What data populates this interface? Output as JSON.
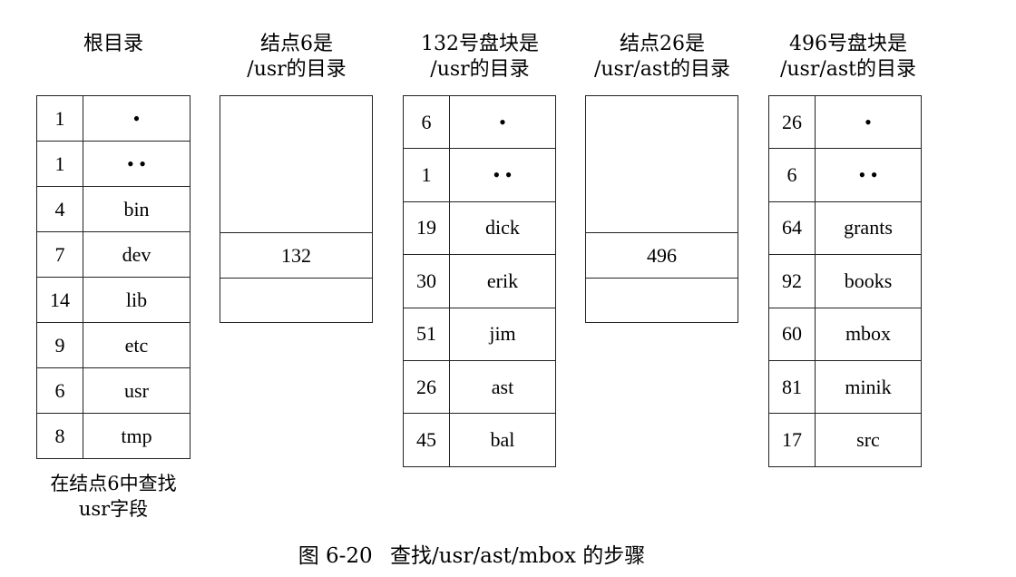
{
  "columns": [
    {
      "title": [
        "根目录"
      ],
      "entries": [
        [
          "1",
          "•"
        ],
        [
          "1",
          "•  •"
        ],
        [
          "4",
          "bin"
        ],
        [
          "7",
          "dev"
        ],
        [
          "14",
          "lib"
        ],
        [
          "9",
          "etc"
        ],
        [
          "6",
          "usr"
        ],
        [
          "8",
          "tmp"
        ]
      ],
      "note": [
        "在结点6中查找",
        "usr字段"
      ]
    },
    {
      "title": [
        "结点6是",
        "/usr的目录"
      ],
      "value": "132"
    },
    {
      "title": [
        "132号盘块是",
        "/usr的目录"
      ],
      "entries": [
        [
          "6",
          "•"
        ],
        [
          "1",
          "•  •"
        ],
        [
          "19",
          "dick"
        ],
        [
          "30",
          "erik"
        ],
        [
          "51",
          "jim"
        ],
        [
          "26",
          "ast"
        ],
        [
          "45",
          "bal"
        ]
      ]
    },
    {
      "title": [
        "结点26是",
        "/usr/ast的目录"
      ],
      "value": "496"
    },
    {
      "title": [
        "496号盘块是",
        "/usr/ast的目录"
      ],
      "entries": [
        [
          "26",
          "•"
        ],
        [
          "6",
          "•  •"
        ],
        [
          "64",
          "grants"
        ],
        [
          "92",
          "books"
        ],
        [
          "60",
          "mbox"
        ],
        [
          "81",
          "minik"
        ],
        [
          "17",
          "src"
        ]
      ]
    }
  ],
  "caption": {
    "figure": "图 6-20",
    "text": "查找/usr/ast/mbox 的步骤"
  }
}
